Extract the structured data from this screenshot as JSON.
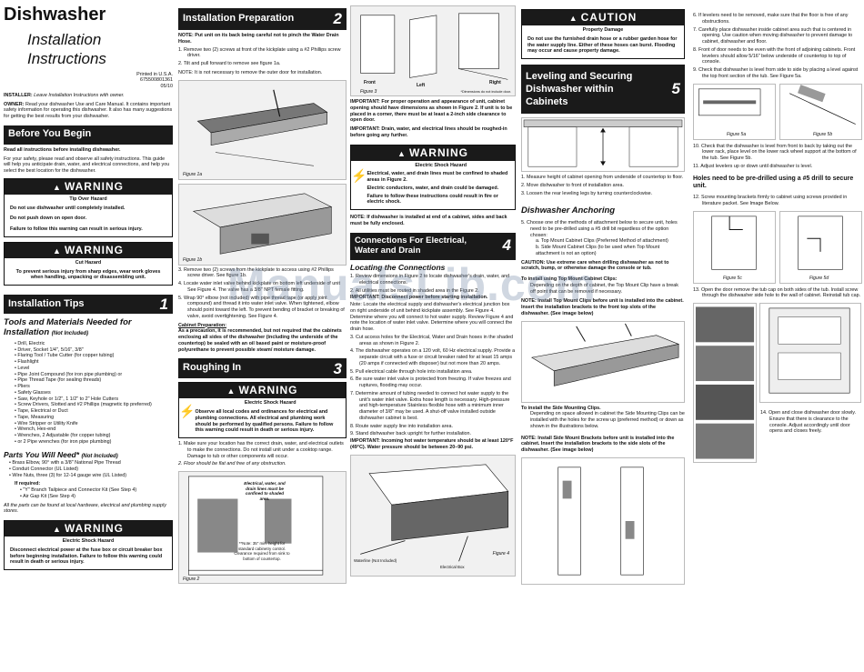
{
  "c1": {
    "title": "Dishwasher",
    "subtitle1": "Installation",
    "subtitle2": "Instructions",
    "print1": "Printed in U.S.A.",
    "print2": "675500801361",
    "print3": "05/10",
    "installer_label": "INSTALLER:",
    "installer_text": "Leave Installation Instructions with owner.",
    "owner_label": "OWNER:",
    "owner_text": "Read your dishwasher Use and Care Manual. It contains important safety information for operating this dishwasher. It also has many suggestions for getting the best results from your dishwasher.",
    "before_head": "Before You Begin",
    "before_p1": "Read all instructions before installing dishwasher.",
    "before_p2": "For your safety, please read and observe all safety instructions. This guide will help you anticipate drain, water, and electrical connections, and help you select the best location for the dishwasher.",
    "warn1_head": "WARNING",
    "warn1_sub": "Tip Over Hazard",
    "warn1_l1": "Do not use dishwasher until completely installed.",
    "warn1_l2": "Do not push down on open door.",
    "warn1_l3": "Failure to follow this warning can result in serious injury.",
    "warn2_head": "WARNING",
    "warn2_sub": "Cut Hazard",
    "warn2_l1": "To prevent serious injury from sharp edges, wear work gloves when handling, unpacking or disassembling unit.",
    "tips_head": "Installation Tips",
    "tips_num": "1",
    "tools_head": "Tools and Materials Needed for Installation",
    "tools_note": "(Not Included)",
    "tools": [
      "Drill, Electric",
      "Driver, Socket 1/4\", 5/16\", 3/8\"",
      "Flaring Tool / Tube Cutter (for copper tubing)",
      "Flashlight",
      "Level",
      "Pipe Joint Compound (for iron pipe plumbing) or",
      "Pipe Thread Tape (for sealing threads)",
      "Pliers",
      "Safety Glasses",
      "Saw, Keyhole or 1/2\", 1 1/2\" to 2\" Hole Cutters",
      "Screw Drivers, Slotted and #2 Phillips (magnetic tip preferred)",
      "Tape, Electrical or Duct",
      "Tape, Measuring",
      "Wire Stripper or Utility Knife",
      "Wrench, Hex-end",
      "Wrenches, 2 Adjustable (for copper tubing)",
      "or 2 Pipe wrenches (for iron pipe plumbing)"
    ],
    "parts_head": "Parts You Will Need*",
    "parts_note": "(Not Included)",
    "parts": [
      "Brass Elbow, 90° with a 3/8\" National Pipe Thread",
      "Conduit Connector (UL Listed)",
      "Wire Nuts, three (3) for 12-14 gauge wire (UL Listed)"
    ],
    "ifreq": "If required:",
    "ifreq_items": [
      "\"Y\" Branch Tailpiece and Connector Kit (See Step 4)",
      "Air Gap Kit (See Step 4)"
    ],
    "parts_foot": "All the parts can be found at local hardware, electrical and plumbing supply stores.",
    "warn3_head": "WARNING",
    "warn3_sub": "Electric Shock Hazard",
    "warn3_l1": "Disconnect electrical power at the fuse box or circuit breaker box before beginning installation. Failure to follow this warning could result in death or serious injury."
  },
  "c2": {
    "head": "Installation Preparation",
    "num": "2",
    "note": "NOTE: Put unit on its back being careful not to pinch the Water Drain Hose.",
    "s1": "1.  Remove two (2) screws at front of the kickplate using a #2 Phillips screw driver.",
    "s2": "2.  Tilt and pull forward to remove see figure 1a.",
    "note2": "NOTE: It is not necessary to remove the outer door for installation.",
    "fig1a": "Figure 1a",
    "fig1b": "Figure 1b",
    "s3": "3.  Remove two (2) screws from the kickplate to access using #2 Phillips screw driver. See figure 1b.",
    "s4": "4.  Locate water inlet valve behind kickplate on bottom left underside of unit See Figure 4. The valve has a 3/8\" NPT female fitting.",
    "s5": "5.  Wrap 90° elbow (not included) with pipe thread tape (or apply joint compound) and thread it into water inlet valve. When tightened, elbow should point toward the left. To prevent bending of bracket or breaking of valve, avoid overtightening. See Figure 4.",
    "cab_head": "Cabinet Preparation:",
    "cab_text": "As a precaution, it is recommended, but not required that the cabinets enclosing all sides of the dishwasher (including the underside of the countertop) be sealed with an oil based paint or moisture-proof polyurethane to prevent possible steam/ moisture damage.",
    "rough_head": "Roughing In",
    "rough_num": "3",
    "warn_head": "WARNING",
    "warn_sub": "Electric Shock Hazard",
    "warn_text": "Observe all local codes and ordinances for electrical and plumbing connections. All electrical and plumbing work should be performed by qualified persons. Failure to follow this warning could result in death or serious injury.",
    "r1": "1.  Make sure your location has the correct drain, water, and electrical outlets to make the connections. Do not install unit under a cooktop range. Damage to tub or other components will occur.",
    "r2": "2.  Floor should be flat and free of any obstruction.",
    "fig2_note": "Electrical, water, and drain lines must be confined to shaded area.",
    "fig2_note2": "**Note: 35\" min. height for standard cabinetry control. Clearance required from sink to bottom of countertop.",
    "fig2": "Figure 2"
  },
  "c3": {
    "front": "Front",
    "left": "Left",
    "right": "Right",
    "fig3": "Figure 3",
    "dims": "*Dimensions do not include door.",
    "imp1": "IMPORTANT: For proper operation and appearance of unit, cabinet opening should have dimensions as shown in Figure 2. If unit is to be placed in a corner, there must be at least a 2-inch side clearance to open door.",
    "imp2": "IMPORTANT: Drain, water, and electrical lines should be roughed-in before going any further.",
    "warn_head": "WARNING",
    "warn_sub": "Electric Shock Hazard",
    "warn_l1": "Electrical, water, and drain lines must be confined to shaded areas in Figure 2.",
    "warn_l2": "Electric conductors, water, and drain could be damaged.",
    "warn_l3": "Failure to follow these instructions could result in fire or electric shock.",
    "note": "NOTE: If dishwasher is installed at end of a cabinet, sides and back must be fully enclosed.",
    "conn_head": "Connections For Electrical, Water and Drain",
    "conn_num": "4",
    "loc_head": "Locating the Connections",
    "l1": "1.  Review dimensions in Figure 2 to locate dishwasher's drain, water, and electrical connections.",
    "l2": "2.  All utilities must be routed in shaded area in the Figure 2.",
    "imp3": "IMPORTANT: Disconnect power before starting installation.",
    "note2": "Note: Locate the electrical supply and dishwasher's electrical junction box on right underside of unit behind kickplate assembly. See Figure 4. Determine where you will connect to hot water supply. Review Figure 4 and note the location of water inlet valve. Determine where you will connect the drain hose.",
    "l3": "3.  Cut access holes for the Electrical, Water and Drain hoses in the shaded areas as shown in Figure 2.",
    "l4": "4.  The dishwasher operates on a 120 volt, 60 Hz electrical supply. Provide a separate circuit with a fuse or circuit breaker rated for at least 15 amps (20 amps if connected with disposer) but not more than 20 amps.",
    "l5": "5.  Pull electrical cable through hole into installation area.",
    "l6": "6.  Be sure water inlet valve is protected from freezing. If valve freezes and ruptures, flooding may occur.",
    "l7": "7.  Determine amount of tubing needed to connect hot water supply to the unit's water inlet valve. Extra hose length is necessary. High-pressure and high-temperature Stainless flexible hose with a minimum inner diameter of 3/8\" may be used. A shut-off valve installed outside dishwasher cabinet is best.",
    "l8": "8.  Route water supply line into installation area.",
    "l9": "9.  Stand dishwasher back upright for further installation.",
    "imp4": "IMPORTANT: Incoming hot water temperature should be at least 120°F (49°C). Water pressure should be between 20–90 psi.",
    "fig4": "Figure 4",
    "waterline": "Waterline (Not Included)",
    "elecbox": "Electrical Box"
  },
  "c4": {
    "caution_head": "CAUTION",
    "caution_sub": "Property Damage",
    "caution_text": "Do not use the furnished drain hose or a rubber garden hose for the water supply line. Either of these hoses can burst. Flooding may occur and cause property damage.",
    "level_head": "Leveling and Securing Dishwasher within Cabinets",
    "level_num": "5",
    "v1": "1.  Measure height of cabinet opening from underside of countertop to floor.",
    "v2": "2.  Move dishwasher to front of installation area.",
    "v3": "3.  Loosen the rear leveling legs by turning counterclockwise.",
    "anch_head": "Dishwasher Anchoring",
    "a5": "5.  Choose one of the methods of attachment below to secure unit, holes need to be pre-drilled using a #5 drill bit regardless of the option chosen:",
    "opt_a": "a.  Top Mount Cabinet Clips (Preferred Method of attachment)",
    "opt_b": "b.  Side Mount Cabinet Clips (to be used when Top Mount attachment is not an option)",
    "caution2": "CAUTION: Use extreme care when drilling dishwasher as not to scratch, bump, or otherwise damage the console or tub.",
    "top_head": "To install using Top Mount Cabinet Clips:",
    "top_text": "Depending on the depth of cabinet, the Top Mount Clip have a break off point that can be removed if necessary.",
    "top_note": "NOTE: Install Top Mount Clips before unit is installed into the cabinet. Insert the installation brackets to the front top slots of the dishwasher. (See image below)",
    "side_head": "To install the Side Mounting Clips.",
    "side_text": "Depending on space allowed in cabinet the Side Mounting Clips can be installed with the holes for the screw up (preferred method) or down as shown in the illustrations below.",
    "side_note": "NOTE: Install Side Mount Brackets before unit is installed into the cabinet. Insert the installation brackets to the side slots of the dishwasher. (See image below)"
  },
  "c5": {
    "s6": "6.  If levelers need to be removed, make sure that the floor is free of any obstructions.",
    "s7": "7.  Carefully place dishwasher inside cabinet area such that is centered in opening. Use caution when moving dishwasher to prevent damage to cabinet, dishwasher and floor.",
    "s8": "8.  Front of door needs to be even with the front of adjoining cabinets. Front levelers should allow 5/16\" below underside of countertop to top of console.",
    "s9": "9.  Check that dishwasher is level from side to side by placing a level against the top front section of the tub. See Figure 5a.",
    "fig5a": "Figure 5a",
    "fig5b": "Figure 5b",
    "s10": "10. Check that the dishwasher is level from front to back by taking out the lower rack, place level on the lower rack wheel support at the bottom of the tub. See Figure 5b.",
    "s11": "11.  Adjust levelers up or down until dishwasher is level.",
    "holes": "Holes need to be pre-drilled using a #5 drill to secure unit.",
    "s12": "12. Screw mounting brackets firmly to cabinet using screws provided in literature packet. See Image Below.",
    "fig5c": "Figure 5c",
    "fig5d": "Figure 5d",
    "s13": "13. Open the door remove the tub cap on both sides of the tub. Install screw through the dishwasher side hole to the wall of cabinet. Reinstall tub cap.",
    "s14": "14. Open and close dishwasher door slowly. Ensure that there is clearance to the console. Adjust accordingly until door opens and closes freely."
  },
  "watermark": "ManualsLib.com"
}
